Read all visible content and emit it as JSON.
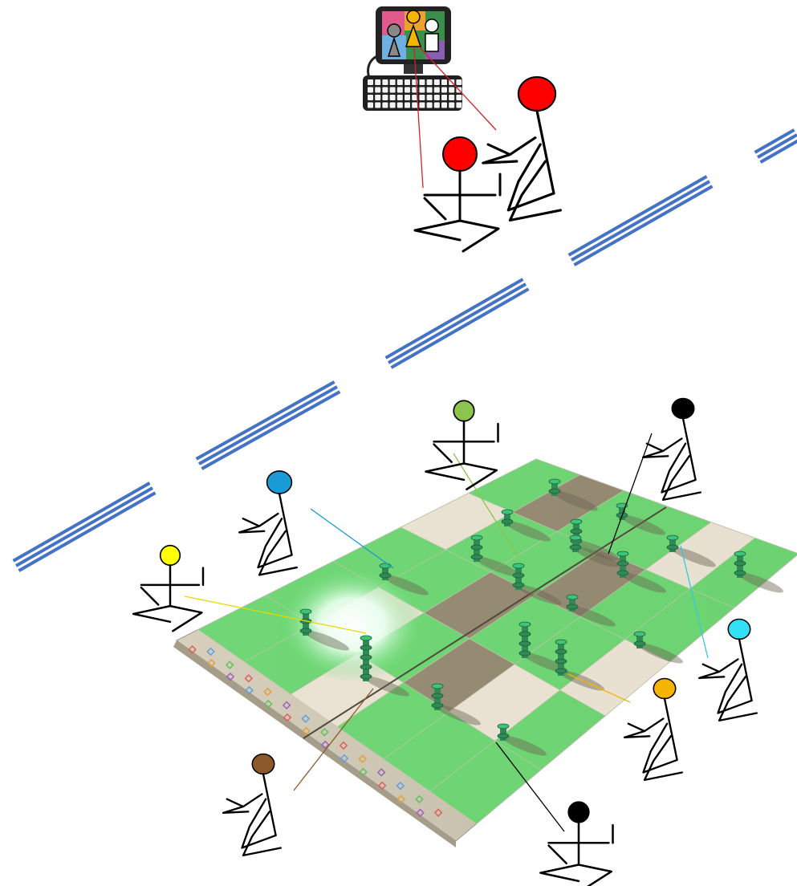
{
  "colors": {
    "background": "#ffffff",
    "divider": "#4472c4",
    "stroke": "#000000",
    "board_base": "#c9bfa2",
    "board_green": "#5fd86a",
    "board_light": "#eee8d8",
    "board_dark": "#8c8168",
    "peg": "#2f8a55",
    "peg_top": "#3cc57a",
    "shadow": "#6b6452",
    "glow": "#ffffff",
    "screen_frame": "#222222",
    "keyboard": "#1f1f1f"
  },
  "computer": {
    "icon": "computer-icon",
    "screen_icon": "group-of-people-icon"
  },
  "facilitators": [
    {
      "id": "facilitator-standing",
      "head": "#ff0000",
      "line": "#d4202a",
      "pose": "kneeling"
    },
    {
      "id": "facilitator-seated",
      "head": "#ff0000",
      "line": "#d4202a",
      "pose": "cross-legged"
    }
  ],
  "players": [
    {
      "id": "player-green",
      "head": "#8dc44d",
      "line": "#8dc44d",
      "pose": "cross-legged"
    },
    {
      "id": "player-black-top",
      "head": "#000000",
      "line": "#000000",
      "pose": "kneeling"
    },
    {
      "id": "player-blue",
      "head": "#1a9ad6",
      "line": "#1a9ad6",
      "pose": "kneeling"
    },
    {
      "id": "player-yellow",
      "head": "#ffff00",
      "line": "#e6d800",
      "pose": "cross-legged"
    },
    {
      "id": "player-cyan",
      "head": "#33e1f5",
      "line": "#33c9e0",
      "pose": "kneeling"
    },
    {
      "id": "player-orange",
      "head": "#f5b400",
      "line": "#f5b400",
      "pose": "kneeling"
    },
    {
      "id": "player-brown",
      "head": "#8b5a2b",
      "line": "#8b5a2b",
      "pose": "kneeling"
    },
    {
      "id": "player-black-bottom",
      "head": "#000000",
      "line": "#000000",
      "pose": "cross-legged"
    }
  ],
  "board": {
    "icon": "game-board-with-pegs"
  }
}
